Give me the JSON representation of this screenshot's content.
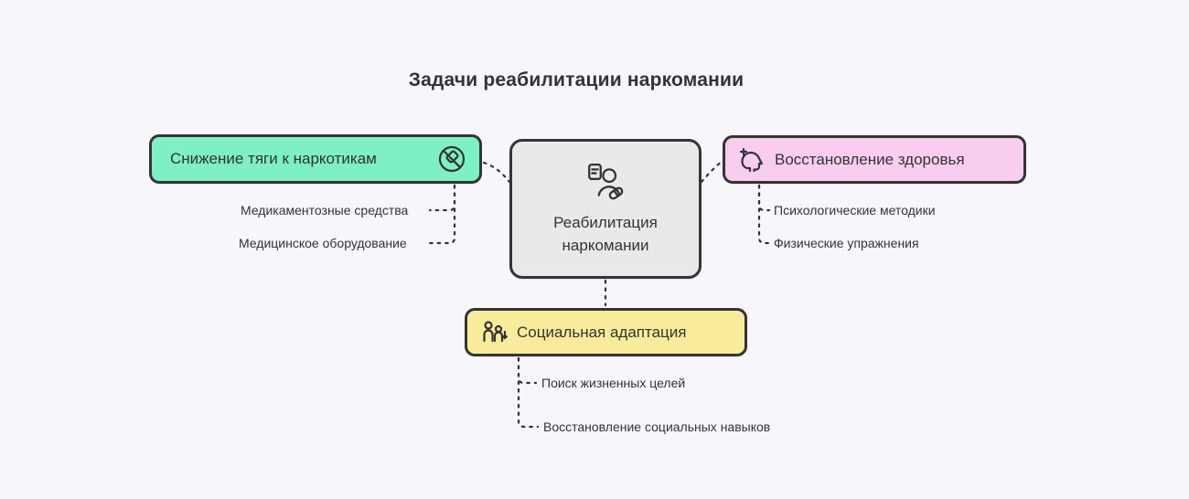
{
  "title": "Задачи реабилитации наркомании",
  "center": {
    "label_line1": "Реабилитация",
    "label_line2": "наркомании",
    "fill": "#e9e9e9",
    "icon": "rehab-person-document-pill-icon"
  },
  "branches": [
    {
      "id": "reduce-craving",
      "label": "Снижение тяги к наркотикам",
      "fill": "#7df0c4",
      "icon": "no-drugs-icon",
      "children": [
        "Медикаментозные средства",
        "Медицинское оборудование"
      ]
    },
    {
      "id": "health-recovery",
      "label": "Восстановление здоровья",
      "fill": "#f9cdf0",
      "icon": "mental-health-icon",
      "children": [
        "Психологические методики",
        "Физические упражнения"
      ]
    },
    {
      "id": "social-adaptation",
      "label": "Социальная адаптация",
      "fill": "#f8ec9c",
      "icon": "family-icon",
      "children": [
        "Поиск жизненных целей",
        "Восстановление социальных навыков"
      ]
    }
  ],
  "colors": {
    "background": "#f7f7fb",
    "node_border": "#343434",
    "text": "#333333",
    "connector": "#333333"
  }
}
